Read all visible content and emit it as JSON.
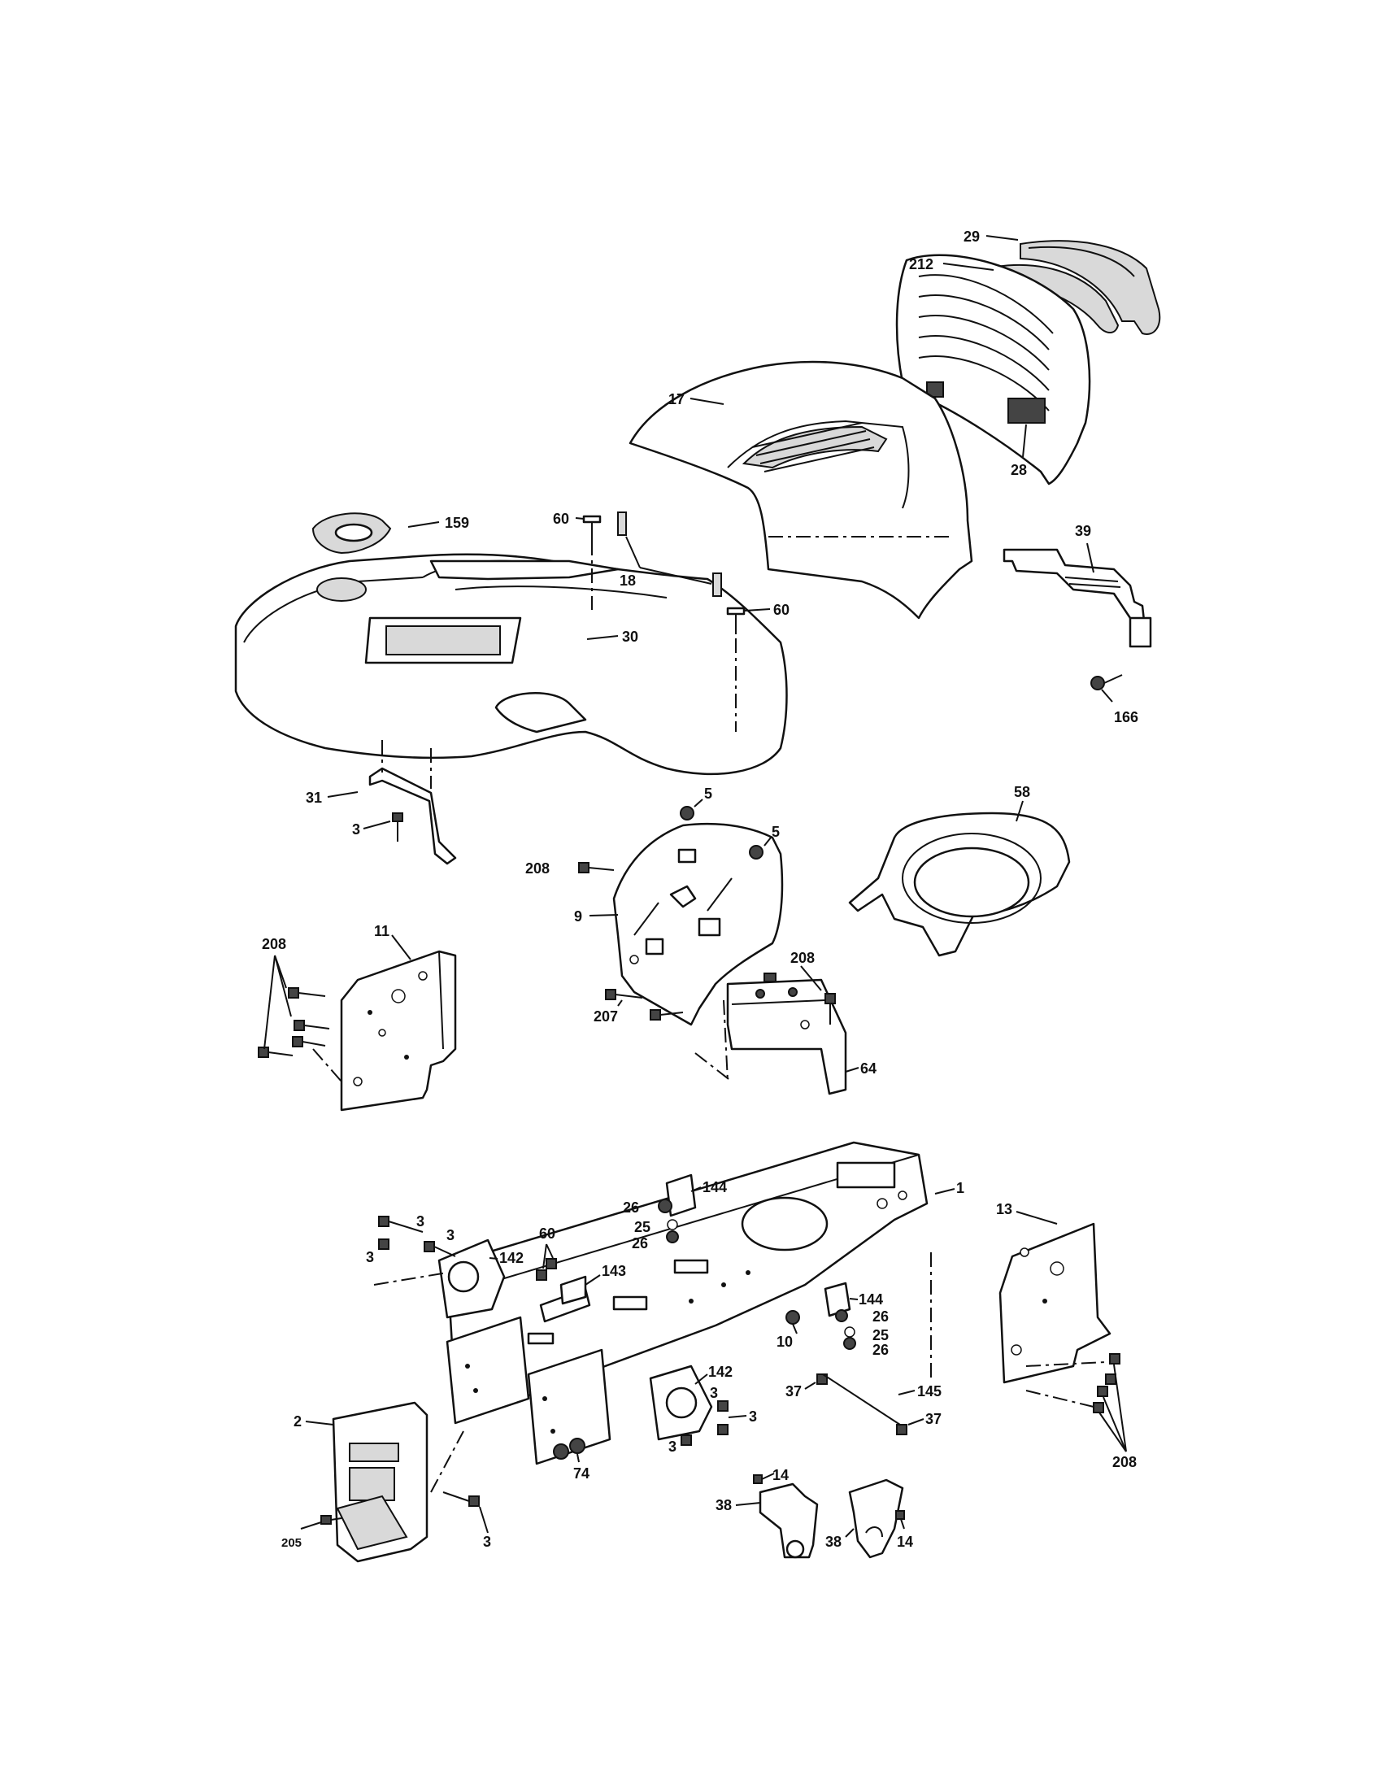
{
  "callouts": [
    {
      "id": "c29",
      "text": "29"
    },
    {
      "id": "c212",
      "text": "212"
    },
    {
      "id": "c17",
      "text": "17"
    },
    {
      "id": "c28",
      "text": "28"
    },
    {
      "id": "c159",
      "text": "159"
    },
    {
      "id": "c60a",
      "text": "60"
    },
    {
      "id": "c18",
      "text": "18"
    },
    {
      "id": "c60b",
      "text": "60"
    },
    {
      "id": "c30",
      "text": "30"
    },
    {
      "id": "c39",
      "text": "39"
    },
    {
      "id": "c166",
      "text": "166"
    },
    {
      "id": "c31",
      "text": "31"
    },
    {
      "id": "c3a",
      "text": "3"
    },
    {
      "id": "c5a",
      "text": "5"
    },
    {
      "id": "c5b",
      "text": "5"
    },
    {
      "id": "c58",
      "text": "58"
    },
    {
      "id": "c208a",
      "text": "208"
    },
    {
      "id": "c9",
      "text": "9"
    },
    {
      "id": "c208b",
      "text": "208"
    },
    {
      "id": "c11",
      "text": "11"
    },
    {
      "id": "c208c",
      "text": "208"
    },
    {
      "id": "c207",
      "text": "207"
    },
    {
      "id": "c64",
      "text": "64"
    },
    {
      "id": "c144a",
      "text": "144"
    },
    {
      "id": "c1",
      "text": "1"
    },
    {
      "id": "c13",
      "text": "13"
    },
    {
      "id": "c26a",
      "text": "26"
    },
    {
      "id": "c3b",
      "text": "3"
    },
    {
      "id": "c3c",
      "text": "3"
    },
    {
      "id": "c25a",
      "text": "25"
    },
    {
      "id": "c3d",
      "text": "3"
    },
    {
      "id": "c60c",
      "text": "60"
    },
    {
      "id": "c26b",
      "text": "26"
    },
    {
      "id": "c142a",
      "text": "142"
    },
    {
      "id": "c143",
      "text": "143"
    },
    {
      "id": "c144b",
      "text": "144"
    },
    {
      "id": "c26c",
      "text": "26"
    },
    {
      "id": "c10",
      "text": "10"
    },
    {
      "id": "c25b",
      "text": "25"
    },
    {
      "id": "c26d",
      "text": "26"
    },
    {
      "id": "c142b",
      "text": "142"
    },
    {
      "id": "c3e",
      "text": "3"
    },
    {
      "id": "c3f",
      "text": "3"
    },
    {
      "id": "c37a",
      "text": "37"
    },
    {
      "id": "c145",
      "text": "145"
    },
    {
      "id": "c37b",
      "text": "37"
    },
    {
      "id": "c208d",
      "text": "208"
    },
    {
      "id": "c2",
      "text": "2"
    },
    {
      "id": "c3g",
      "text": "3"
    },
    {
      "id": "c74",
      "text": "74"
    },
    {
      "id": "c14a",
      "text": "14"
    },
    {
      "id": "c38a",
      "text": "38"
    },
    {
      "id": "c205",
      "text": "205"
    },
    {
      "id": "c3h",
      "text": "3"
    },
    {
      "id": "c38b",
      "text": "38"
    },
    {
      "id": "c14b",
      "text": "14"
    }
  ]
}
